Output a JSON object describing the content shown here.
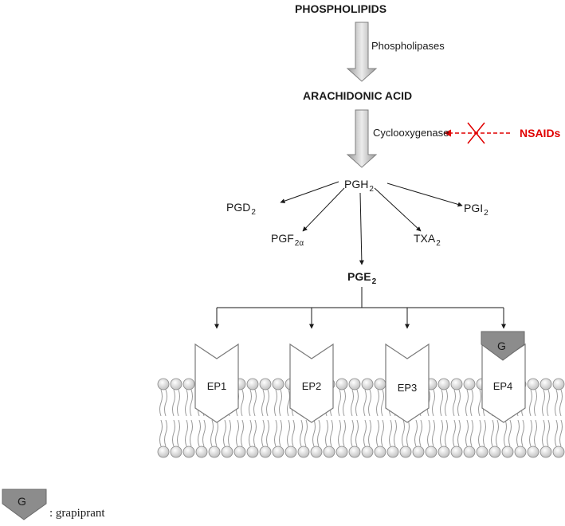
{
  "title": "PHOSPHOLIPIDS",
  "enzyme1": "Phospholipases",
  "arachidonic": "ARACHIDONIC ACID",
  "enzyme2": "Cyclooxygenase",
  "inhibitor": "NSAIDs",
  "pgh2": {
    "base": "PGH",
    "sub": "2"
  },
  "products": [
    {
      "base": "PGD",
      "sub": "2"
    },
    {
      "base": "PGF",
      "sub": "2α"
    },
    {
      "base": "TXA",
      "sub": "2"
    },
    {
      "base": "PGI",
      "sub": "2"
    }
  ],
  "pge2": {
    "base": "PGE",
    "sub": "2"
  },
  "receptors": [
    "EP1",
    "EP2",
    "EP3",
    "EP4"
  ],
  "antagonist_letter": "G",
  "legend": {
    "symbol": "G",
    "text": ": grapiprant"
  },
  "colors": {
    "arrow_fill": "#c8c8c8",
    "inhibit_red": "#e00000",
    "receptor_fill": "#ffffff",
    "antagonist_fill": "#8c8c8c",
    "membrane_head": "#dcdcdc"
  }
}
